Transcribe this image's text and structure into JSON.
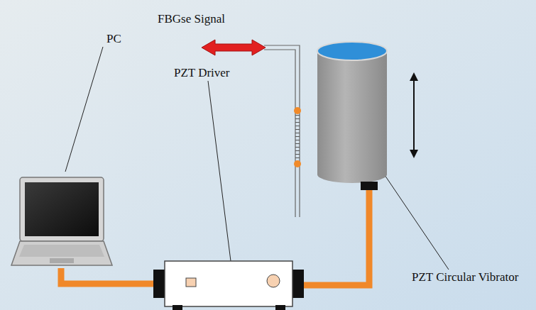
{
  "diagram": {
    "labels": [
      "FBGse Signal",
      "PC",
      "PZT Driver",
      "PZT Circular Vibrator"
    ]
  }
}
